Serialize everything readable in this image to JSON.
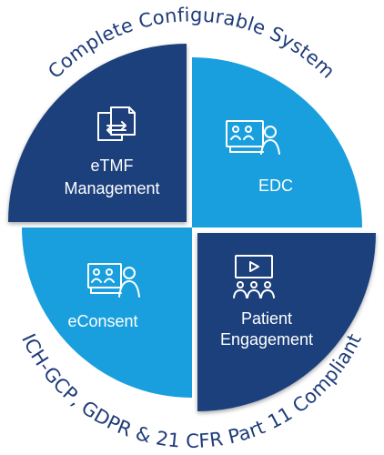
{
  "top_arc_text": "Complete Configurable System",
  "bottom_arc_text": "ICH-GCP, GDPR & 21 CFR Part 11 Compliant",
  "quadrants": [
    {
      "key": "etmf",
      "label_line1": "eTMF",
      "label_line2": "Management",
      "icon": "document-transfer-icon",
      "color": "#1e3f7c"
    },
    {
      "key": "edc",
      "label_line1": "EDC",
      "label_line2": "",
      "icon": "video-conference-icon",
      "color": "#199fde"
    },
    {
      "key": "econsent",
      "label_line1": "eConsent",
      "label_line2": "",
      "icon": "video-call-icon",
      "color": "#199fde"
    },
    {
      "key": "patient",
      "label_line1": "Patient",
      "label_line2": "Engagement",
      "icon": "presentation-audience-icon",
      "color": "#1e3f7c"
    }
  ],
  "colors": {
    "dark_blue": "#1e3f7c",
    "light_blue": "#199fde",
    "text_blue": "#1f3c7a"
  }
}
